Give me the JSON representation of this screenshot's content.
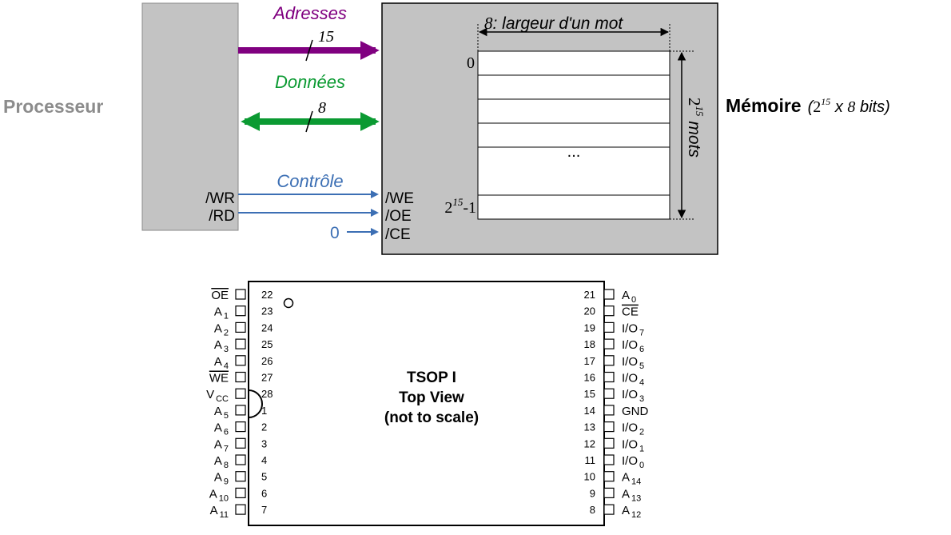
{
  "block_diagram": {
    "processor_label": "Processeur",
    "memory_label": "Mémoire",
    "memory_spec": {
      "base": "2",
      "exp": "15",
      "rest_italic": " x ",
      "bits_num": "8",
      "bits_unit": " bits)",
      "open_paren": "("
    },
    "buses": {
      "address": {
        "label": "Adresses",
        "width": "15",
        "color": "#800080"
      },
      "data": {
        "label": "Données",
        "width": "8",
        "color": "#0b9a32"
      },
      "control": {
        "label": "Contrôle",
        "color": "#3c6fb4"
      }
    },
    "signals": {
      "wr": "/WR",
      "rd": "/RD",
      "zero": "0",
      "we": "/WE",
      "oe": "/OE",
      "ce": "/CE"
    },
    "word_width": {
      "num": "8",
      "text": ": largeur d'un mot"
    },
    "rows": {
      "first": "0",
      "last_base": "2",
      "last_exp": "15",
      "last_suffix": "-1",
      "ellipsis": "..."
    },
    "word_count": {
      "base": "2",
      "exp": "15",
      "unit": " mots"
    }
  },
  "tsop": {
    "title_line1": "TSOP I",
    "title_line2": "Top View",
    "title_line3": "(not to scale)",
    "left_pins": [
      {
        "label": "OE",
        "sub": "",
        "num": "22",
        "overline": true
      },
      {
        "label": "A",
        "sub": "1",
        "num": "23",
        "overline": false
      },
      {
        "label": "A",
        "sub": "2",
        "num": "24",
        "overline": false
      },
      {
        "label": "A",
        "sub": "3",
        "num": "25",
        "overline": false
      },
      {
        "label": "A",
        "sub": "4",
        "num": "26",
        "overline": false
      },
      {
        "label": "WE",
        "sub": "",
        "num": "27",
        "overline": true
      },
      {
        "label": "V",
        "sub": "CC",
        "num": "28",
        "overline": false
      },
      {
        "label": "A",
        "sub": "5",
        "num": "1",
        "overline": false
      },
      {
        "label": "A",
        "sub": "6",
        "num": "2",
        "overline": false
      },
      {
        "label": "A",
        "sub": "7",
        "num": "3",
        "overline": false
      },
      {
        "label": "A",
        "sub": "8",
        "num": "4",
        "overline": false
      },
      {
        "label": "A",
        "sub": "9",
        "num": "5",
        "overline": false
      },
      {
        "label": "A",
        "sub": "10",
        "num": "6",
        "overline": false
      },
      {
        "label": "A",
        "sub": "11",
        "num": "7",
        "overline": false
      }
    ],
    "right_pins": [
      {
        "label": "A",
        "sub": "0",
        "num": "21",
        "overline": false
      },
      {
        "label": "CE",
        "sub": "",
        "num": "20",
        "overline": true
      },
      {
        "label": "I/O",
        "sub": "7",
        "num": "19",
        "overline": false
      },
      {
        "label": "I/O",
        "sub": "6",
        "num": "18",
        "overline": false
      },
      {
        "label": "I/O",
        "sub": "5",
        "num": "17",
        "overline": false
      },
      {
        "label": "I/O",
        "sub": "4",
        "num": "16",
        "overline": false
      },
      {
        "label": "I/O",
        "sub": "3",
        "num": "15",
        "overline": false
      },
      {
        "label": "GND",
        "sub": "",
        "num": "14",
        "overline": false
      },
      {
        "label": "I/O",
        "sub": "2",
        "num": "13",
        "overline": false
      },
      {
        "label": "I/O",
        "sub": "1",
        "num": "12",
        "overline": false
      },
      {
        "label": "I/O",
        "sub": "0",
        "num": "11",
        "overline": false
      },
      {
        "label": "A",
        "sub": "14",
        "num": "10",
        "overline": false
      },
      {
        "label": "A",
        "sub": "13",
        "num": "9",
        "overline": false
      },
      {
        "label": "A",
        "sub": "12",
        "num": "8",
        "overline": false
      }
    ]
  }
}
